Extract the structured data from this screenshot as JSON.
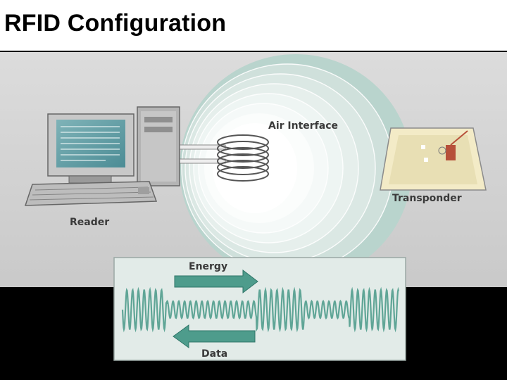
{
  "slide": {
    "title": "RFID Configuration"
  },
  "diagram": {
    "reader_label": "Reader",
    "air_interface_label": "Air Interface",
    "transponder_label": "Transponder",
    "energy_label": "Energy",
    "data_label": "Data",
    "colors": {
      "panel_background": "#d6d6d6",
      "bottom_band": "#000000",
      "arrow_teal": "#4e9c8c",
      "wave_teal": "#5fa596",
      "waveform_panel": "#e2ebe8",
      "tag_card": "#f3ebc7"
    }
  }
}
